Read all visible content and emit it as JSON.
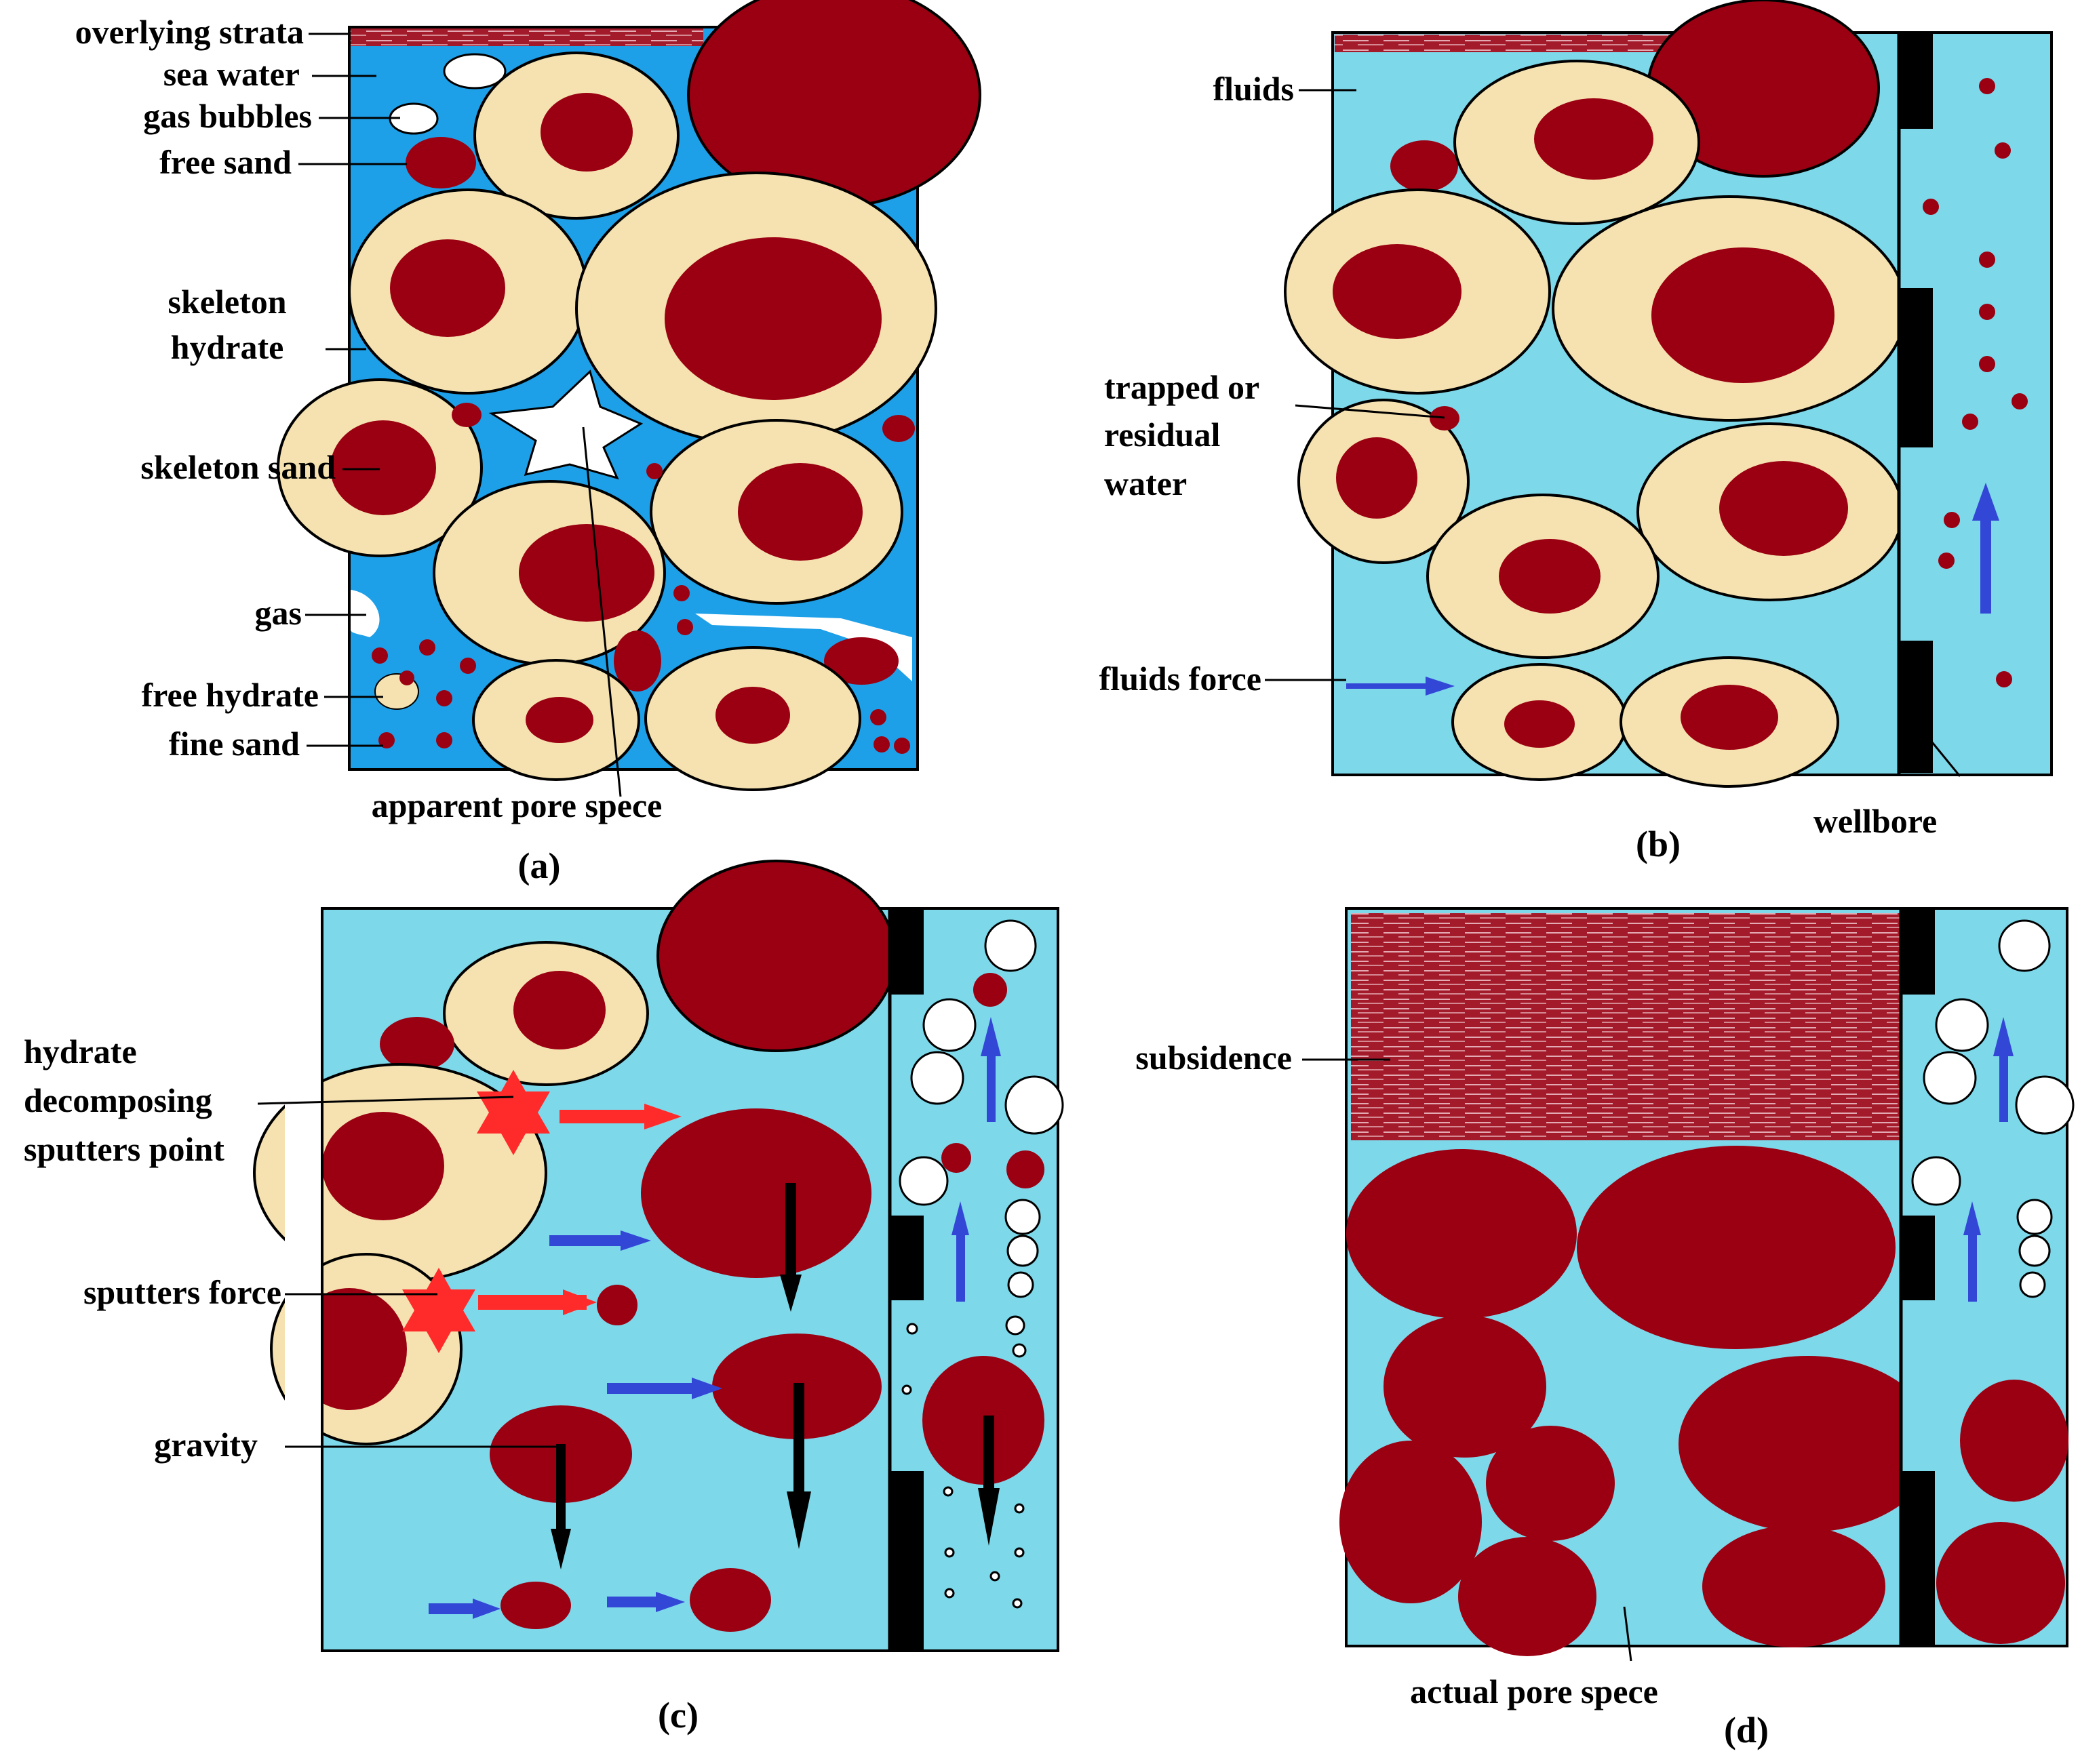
{
  "panels": {
    "a": {
      "caption": "(a)",
      "labels": {
        "overlying_strata": "overlying strata",
        "sea_water": "sea water",
        "gas_bubbles": "gas bubbles",
        "free_sand": "free sand",
        "skeleton_hydrate": [
          "skeleton",
          "hydrate"
        ],
        "skeleton_sand": "skeleton sand",
        "gas": "gas",
        "free_hydrate": "free hydrate",
        "fine_sand": "fine sand",
        "apparent_pore_space": "apparent pore spece"
      }
    },
    "b": {
      "caption": "(b)",
      "labels": {
        "fluids": "fluids",
        "trapped_water": [
          "trapped or",
          "residual",
          "water"
        ],
        "fluids_force": "fluids force",
        "wellbore": "wellbore"
      }
    },
    "c": {
      "caption": "(c)",
      "labels": {
        "decomposing_point": [
          "hydrate",
          "decomposing",
          "sputters point"
        ],
        "sputters_force": "sputters force",
        "gravity": "gravity"
      }
    },
    "d": {
      "caption": "(d)",
      "labels": {
        "subsidence": "subsidence",
        "actual_pore_space": "actual pore spece"
      }
    }
  },
  "colors": {
    "sea_water": "#1ea0e8",
    "fluid": "#7dd8ea",
    "hydrate": "#f5e2b0",
    "sand": "#9b0012",
    "strata": "#a31a2a",
    "gas": "#ffffff",
    "wall": "#000000",
    "flow_arrow": "#3347d6",
    "sputter": "#ff2a2a"
  }
}
